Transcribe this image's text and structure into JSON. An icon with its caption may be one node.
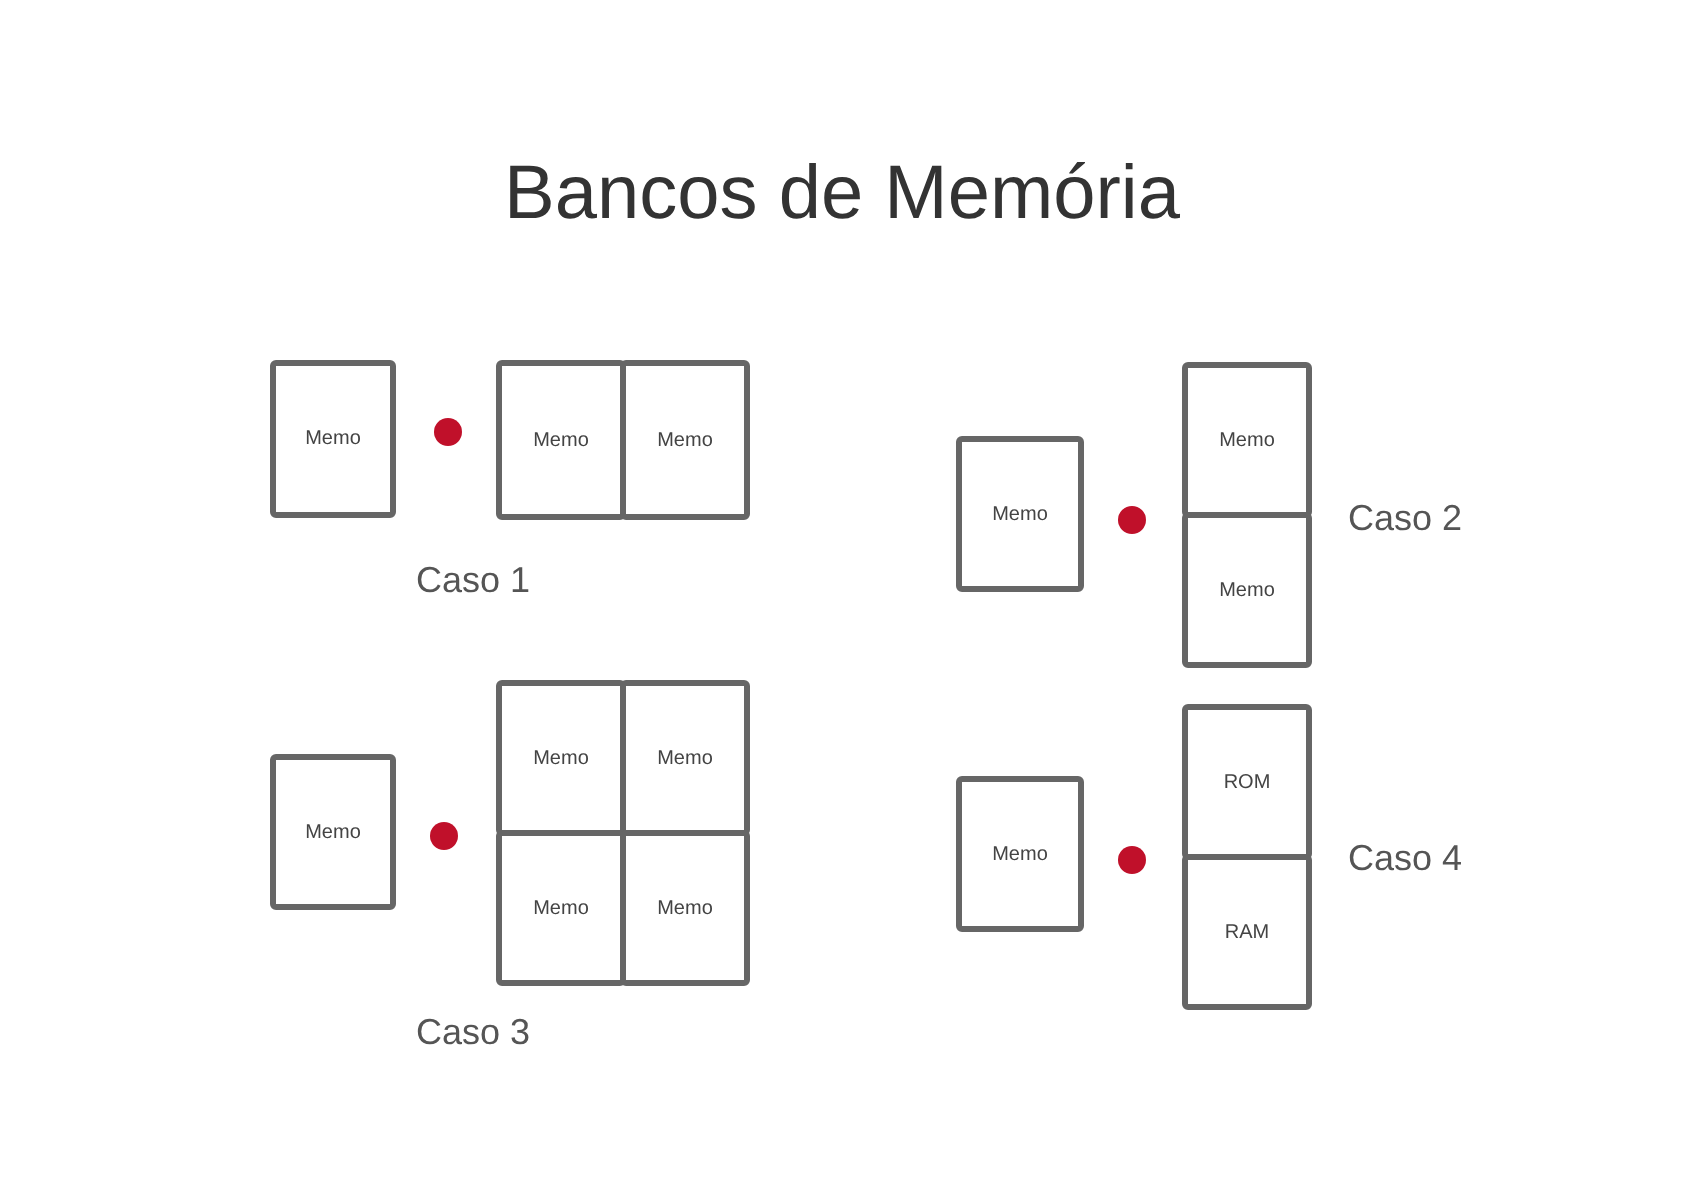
{
  "diagram": {
    "title": "Bancos de Memória",
    "nodes": [
      {
        "text": [
          "Memo"
        ]
      },
      {
        "text": [
          "Memo"
        ]
      },
      {
        "text": [
          "Memo"
        ]
      },
      {
        "text": [
          "Memo"
        ]
      },
      {
        "text": [
          "Memo"
        ]
      },
      {
        "text": [
          "Memo"
        ]
      },
      {
        "text": [
          "Memo"
        ]
      },
      {
        "text": [
          "Memo"
        ]
      },
      {
        "text": [
          "Memo"
        ]
      },
      {
        "text": [
          "Memo"
        ]
      },
      {
        "text": [
          "Memo"
        ]
      },
      {
        "text": [
          "Memo"
        ]
      },
      {
        "text": [
          "ROM"
        ]
      },
      {
        "text": [
          "RAM"
        ]
      }
    ],
    "labels": [
      "Caso 1",
      "Caso 2",
      "Caso 3",
      "Caso 4"
    ]
  }
}
